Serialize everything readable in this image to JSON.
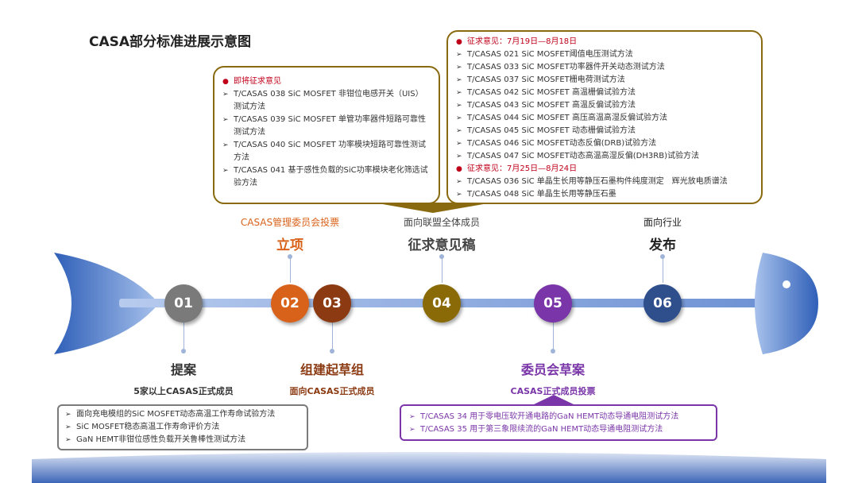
{
  "title": "CASA部分标准进展示意图",
  "colors": {
    "axis": "#7f9fd8",
    "s01": "#7a7a7a",
    "s02": "#d9621a",
    "s03": "#8b3a12",
    "s04": "#8a6a06",
    "s05": "#7a36a8",
    "s06": "#2e4e8c",
    "box_left_border": "#7a7a7a",
    "box_gold_border": "#8a6a10",
    "box_purple_border": "#7a36a8",
    "red_bullet": "#c0001a"
  },
  "stages": [
    {
      "num": "01",
      "label": "提案",
      "sub": "5家以上CASAS正式成员"
    },
    {
      "num": "02",
      "label": "立项",
      "sub": "CASAS管理委员会投票"
    },
    {
      "num": "03",
      "label": "组建起草组",
      "sub": "面向CASAS正式成员"
    },
    {
      "num": "04",
      "label": "征求意见稿",
      "sub": "面向联盟全体成员"
    },
    {
      "num": "05",
      "label": "委员会草案",
      "sub": "CASAS正式成员投票"
    },
    {
      "num": "06",
      "label": "发布",
      "sub": "面向行业"
    }
  ],
  "box_proposal": [
    "面向充电模组的SiC MOSFET动态高温工作寿命试验方法",
    "SiC MOSFET稳态高温工作寿命评价方法",
    "GaN HEMT非钳位感性负载开关鲁棒性测试方法"
  ],
  "box_upcoming": {
    "header": "即将征求意见",
    "items": [
      "T/CASAS 038 SiC MOSFET 非钳位电感开关（UIS）测试方法",
      "T/CASAS 039 SiC MOSFET 单管功率器件短路可靠性测试方法",
      "T/CASAS 040 SiC MOSFET 功率模块短路可靠性测试方法",
      "T/CASAS 041 基于感性负载的SiC功率模块老化筛选试验方法"
    ]
  },
  "box_comment": {
    "header1": "征求意见：7月19日—8月18日",
    "items1": [
      "T/CASAS 021 SiC MOSFET阈值电压测试方法",
      "T/CASAS 033 SiC MOSFET功率器件开关动态测试方法",
      "T/CASAS 037 SiC MOSFET栅电荷测试方法",
      "T/CASAS 042 SiC MOSFET 高温栅偏试验方法",
      "T/CASAS 043 SiC MOSFET 高温反偏试验方法",
      "T/CASAS 044 SiC MOSFET 高压高温高湿反偏试验方法",
      "T/CASAS 045 SiC MOSFET 动态栅偏试验方法",
      "T/CASAS 046 SiC MOSFET动态反偏(DRB)试验方法",
      "T/CASAS 047 SiC MOSFET动态高温高湿反偏(DH3RB)试验方法"
    ],
    "header2": "征求意见：7月25日—8月24日",
    "items2": [
      "T/CASAS 036 SiC 单晶生长用等静压石墨构件纯度测定　辉光放电质谱法",
      "T/CASAS 048 SiC 单晶生长用等静压石墨"
    ]
  },
  "box_committee": [
    "T/CASAS 34 用于零电压软开通电路的GaN HEMT动态导通电阻测试方法",
    "T/CASAS 35 用于第三象限续流的GaN HEMT动态导通电阻测试方法"
  ]
}
